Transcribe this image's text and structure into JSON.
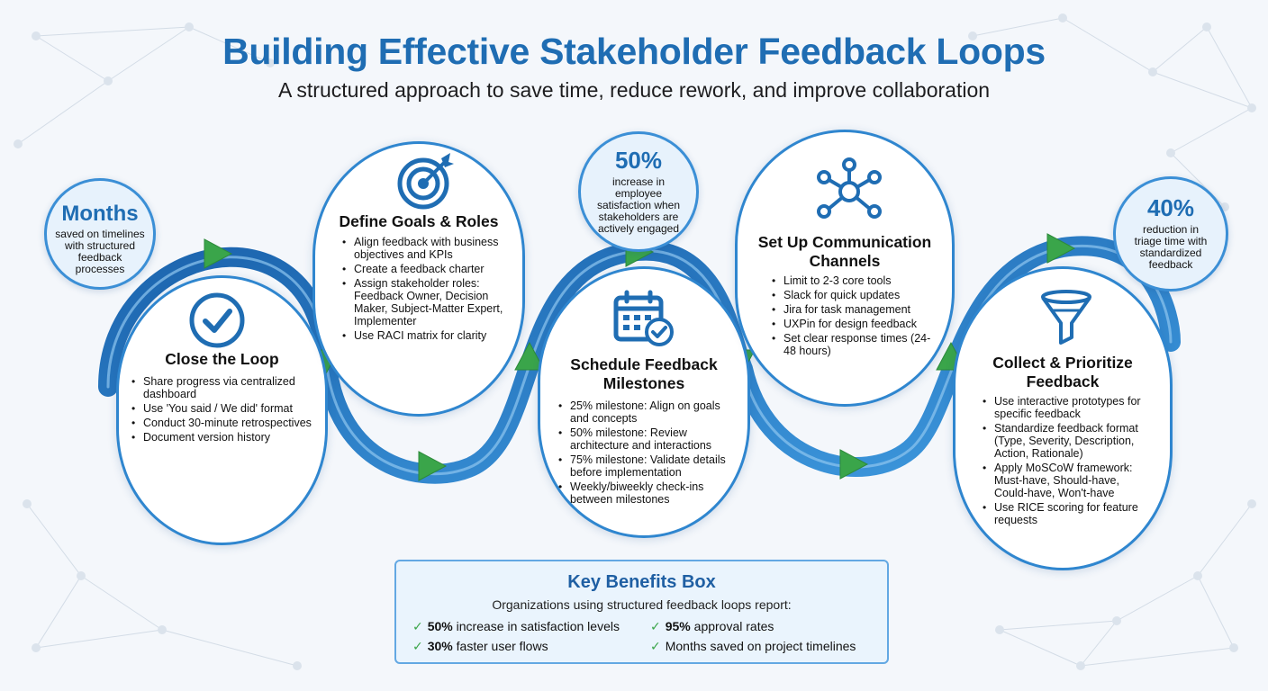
{
  "header": {
    "title": "Building Effective Stakeholder Feedback Loops",
    "subtitle": "A structured approach to save time, reduce rework, and improve collaboration"
  },
  "steps": [
    {
      "title": "Close the Loop",
      "icon": "check-circle-icon",
      "bullets": [
        "Share progress via centralized dashboard",
        "Use 'You said / We did' format",
        "Conduct 30-minute retrospectives",
        "Document version history"
      ]
    },
    {
      "title": "Define Goals & Roles",
      "icon": "target-icon",
      "bullets": [
        "Align feedback with business objectives and KPIs",
        "Create a feedback charter",
        "Assign stakeholder roles: Feedback Owner, Decision Maker, Subject-Matter Expert, Implementer",
        "Use RACI matrix for clarity"
      ]
    },
    {
      "title": "Schedule Feedback Milestones",
      "icon": "calendar-check-icon",
      "bullets": [
        "25% milestone: Align on goals and concepts",
        "50% milestone: Review architecture and interactions",
        "75% milestone: Validate details before implementation",
        "Weekly/biweekly check-ins between milestones"
      ]
    },
    {
      "title": "Set Up Communication Channels",
      "icon": "network-hub-icon",
      "bullets": [
        "Limit to 2-3 core tools",
        "Slack for quick updates",
        "Jira for task management",
        "UXPin for design feedback",
        "Set clear response times (24-48 hours)"
      ]
    },
    {
      "title": "Collect & Prioritize Feedback",
      "icon": "funnel-icon",
      "bullets": [
        "Use interactive prototypes for specific feedback",
        "Standardize feedback format (Type, Severity, Description, Action, Rationale)",
        "Apply MoSCoW framework: Must-have, Should-have, Could-have, Won't-have",
        "Use RICE scoring for feature requests"
      ]
    }
  ],
  "stats": [
    {
      "big": "Months",
      "small": "saved on timelines with structured feedback processes"
    },
    {
      "big": "50%",
      "small": "increase in employee satisfaction when stakeholders are actively engaged"
    },
    {
      "big": "40%",
      "small": "reduction in triage time with standardized feedback"
    }
  ],
  "benefits": {
    "title": "Key Benefits Box",
    "subtitle": "Organizations using structured feedback loops report:",
    "items": [
      {
        "bold": "50%",
        "text": " increase in satisfaction levels"
      },
      {
        "bold": "95%",
        "text": " approval rates"
      },
      {
        "bold": "30%",
        "text": " faster user flows"
      },
      {
        "bold": "",
        "text": "Months saved on project timelines"
      }
    ]
  },
  "colors": {
    "title_blue": "#1f6db3",
    "ring_blue": "#2f86cf",
    "arrow_green": "#3aa54a",
    "panel_bg": "#eaf4fd"
  }
}
